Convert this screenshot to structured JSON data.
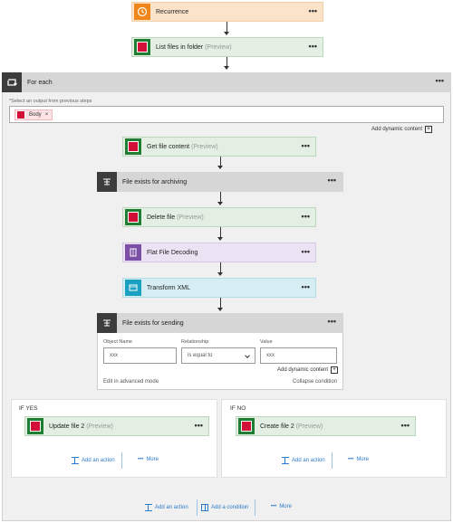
{
  "steps": {
    "recurrence": "Recurrence",
    "list_files": "List files in folder",
    "list_files_preview": "(Preview)",
    "get_file": "Get file content",
    "get_file_preview": "(Preview)",
    "delete_file": "Delete file",
    "delete_file_preview": "(Preview)",
    "flat_file": "Flat File Decoding",
    "transform": "Transform XML"
  },
  "more": "•••",
  "foreach": {
    "title": "For each",
    "select_label": "*Select an output from previous steps",
    "token": "Body",
    "token_close": "×",
    "add_dynamic": "Add dynamic content",
    "plus": "+"
  },
  "archiving": {
    "title": "File exists for archiving"
  },
  "sending": {
    "title": "File exists for sending",
    "col_object": "Object Name",
    "col_relationship": "Relationship",
    "col_value": "Value",
    "object_value": "xxx",
    "relationship_value": "is equal to",
    "value_value": "xxx",
    "add_dynamic": "Add dynamic content",
    "edit_advanced": "Edit in advanced mode",
    "collapse": "Collapse condition"
  },
  "if_yes": {
    "label": "IF YES",
    "action": "Update file 2",
    "action_preview": "(Preview)",
    "add_action": "Add an action",
    "more": "More"
  },
  "if_no": {
    "label": "IF NO",
    "action": "Create file 2",
    "action_preview": "(Preview)",
    "add_action": "Add an action",
    "more": "More"
  },
  "bottom": {
    "add_action": "Add an action",
    "add_condition": "Add a condition",
    "more": "More"
  },
  "colors": {
    "recurrence_bg": "#fbe3c9",
    "recurrence_icon": "#f0861a",
    "action_bg": "#e2efe2",
    "flat_bg": "#ebe3f3",
    "flat_icon": "#7b4fa5",
    "xml_bg": "#d6eef3",
    "xml_icon": "#1aa0c0",
    "link": "#2a7ac7"
  }
}
